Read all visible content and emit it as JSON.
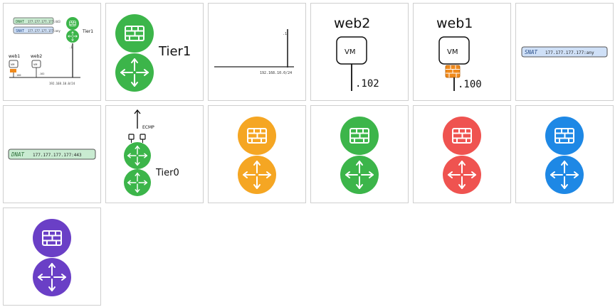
{
  "colors": {
    "green": "#3cb54a",
    "orange": "#f5a623",
    "red": "#ef5350",
    "blue": "#1e88e5",
    "purple": "#6a3fc6",
    "snat_fill": "#cfe0f7",
    "dnat_fill": "#c9ebd1",
    "fw_orange": "#f08a1c"
  },
  "icons": {
    "firewall": "firewall-icon",
    "router": "router-icon",
    "vm": "vm-icon"
  },
  "overview": {
    "dnat_label": "DNAT",
    "dnat_ip": "177.177.177.177:443",
    "snat_label": "SNAT",
    "snat_ip": "177.177.177.177:any",
    "tier1_label": "Tier1",
    "uplink_label": ".1",
    "web1_label": "web1",
    "web2_label": "web2",
    "vm_label": "VM",
    "web1_ip": ".100",
    "web2_ip": ".102",
    "subnet": "192.168.10.0/24"
  },
  "tier1": {
    "label": "Tier1"
  },
  "segment": {
    "gateway": ".1",
    "subnet": "192.168.10.0/24"
  },
  "web2": {
    "title": "web2",
    "vm": "VM",
    "ip": ".102"
  },
  "web1": {
    "title": "web1",
    "vm": "VM",
    "ip": ".100"
  },
  "snat": {
    "label": "SNAT",
    "ip": "177.177.177.177:any"
  },
  "dnat": {
    "label": "DNAT",
    "ip": "177.177.177.177:443"
  },
  "tier0": {
    "label": "Tier0",
    "ecmp": "ECMP"
  }
}
